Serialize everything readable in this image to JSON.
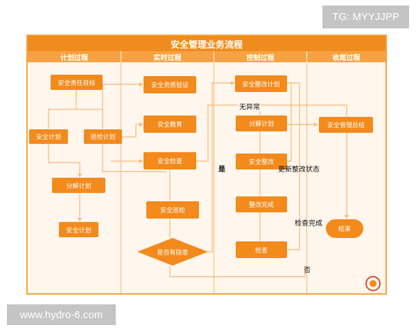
{
  "watermarks": {
    "top_right": "TG: MYYJJPP",
    "bottom_left": "www.hydro-6.com"
  },
  "diagram": {
    "title": "安全管理业务流程",
    "columns": [
      "计划过程",
      "实时过程",
      "控制过程",
      "收尾过程"
    ],
    "nodes": {
      "safety_goal": "安全责任目标",
      "safety_plan": "安全计划",
      "inspection_plan": "巡检计划",
      "decompose_plan_1": "分解计划",
      "safety_plan_2": "安全计划",
      "qualification_check": "安全资质验证",
      "safety_education": "安全教育",
      "safety_inspection": "安全检查",
      "safety_patrol": "安全巡检",
      "hazard_decision": "是否有隐患",
      "rectification_plan": "安全整改计划",
      "decompose_plan_2": "分解计划",
      "safety_rectify": "安全整改",
      "rectify_done": "整改完成",
      "check": "检查",
      "summary": "安全管理总结",
      "end": "结束"
    },
    "labels": {
      "no_abnormal": "无异常",
      "yes": "是",
      "update_status": "更新整改状态",
      "check_complete": "检查完成",
      "no": "否"
    },
    "colors": {
      "primary": "#f28a1c",
      "header": "#f6a244",
      "line": "#f5b871",
      "background": "#fff6ee"
    }
  }
}
